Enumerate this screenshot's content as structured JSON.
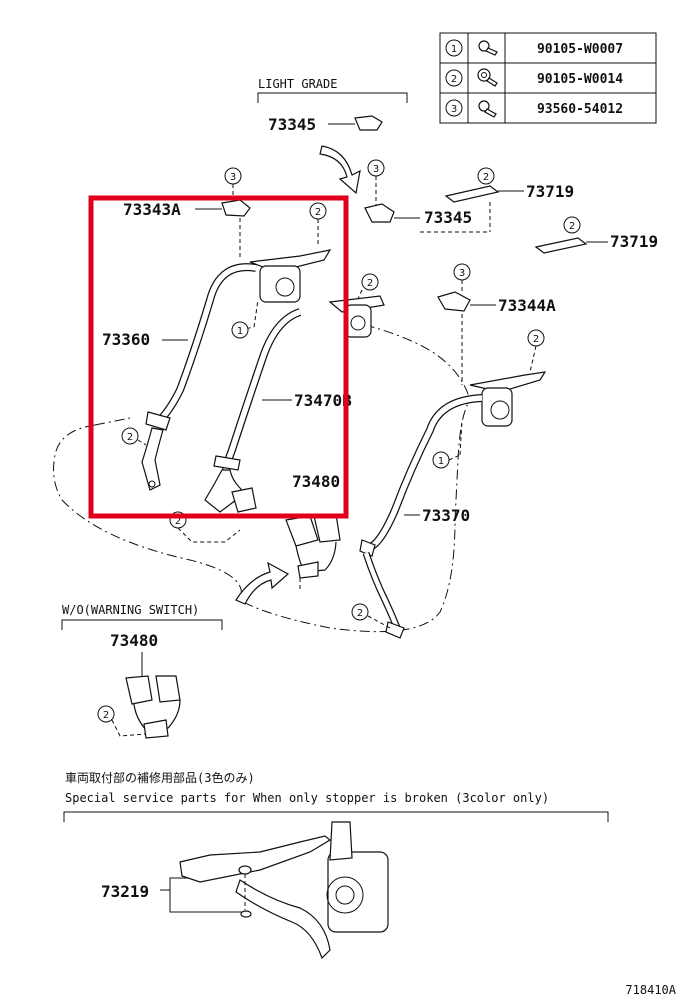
{
  "fastener_table": {
    "rows": [
      {
        "ref": "1",
        "part_no": "90105-W0007"
      },
      {
        "ref": "2",
        "part_no": "90105-W0014"
      },
      {
        "ref": "3",
        "part_no": "93560-54012"
      }
    ]
  },
  "light_grade": {
    "label": "LIGHT GRADE",
    "part_no": "73345"
  },
  "callouts": {
    "p73343A": "73343A",
    "p73345": "73345",
    "p73719_a": "73719",
    "p73719_b": "73719",
    "p73344A": "73344A",
    "p73360": "73360",
    "p73470B": "73470B",
    "p73480": "73480",
    "p73370": "73370"
  },
  "circle_refs": {
    "one": "1",
    "two": "2",
    "three": "3"
  },
  "wo_warning_switch": {
    "label": "W/O(WARNING SWITCH)",
    "part_no": "73480"
  },
  "special_service": {
    "jp_text": "車両取付部の補修用部品(3色のみ)",
    "en_text": "Special  service  parts  for  When  only  stopper  is  broken  (3color  only)",
    "part_no": "73219"
  },
  "figure_id": "718410A",
  "highlight": {
    "color": "#e0001b"
  }
}
